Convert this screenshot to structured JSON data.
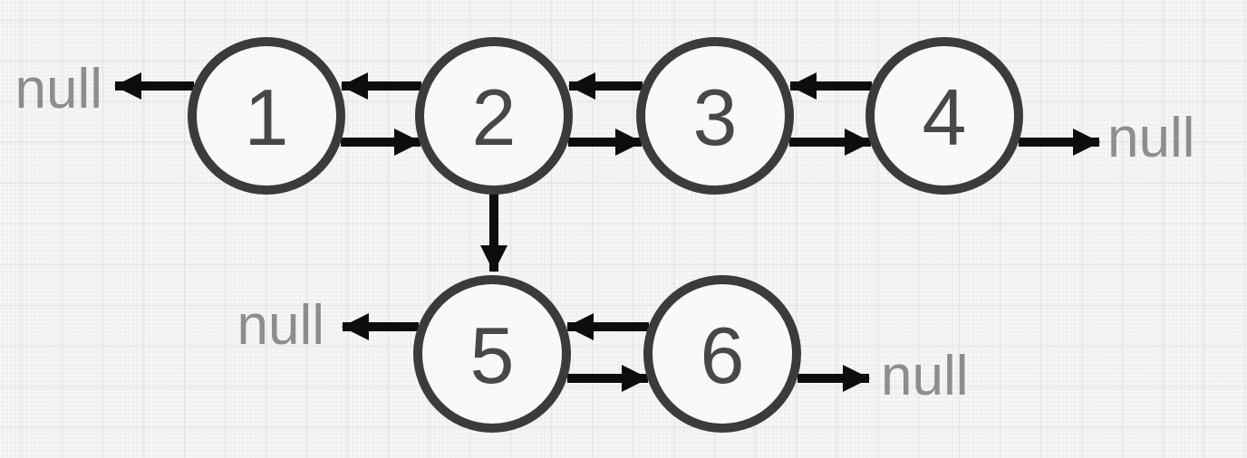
{
  "diagram": {
    "kind": "multilevel-doubly-linked-list",
    "rows": [
      {
        "nodes": [
          "1",
          "2",
          "3",
          "4"
        ],
        "left_terminal": "null",
        "right_terminal": "null"
      },
      {
        "nodes": [
          "5",
          "6"
        ],
        "left_terminal": "null",
        "right_terminal": "null"
      }
    ],
    "child_link": {
      "from": "2",
      "to": "5"
    },
    "edges": [
      {
        "type": "prev",
        "from": "1",
        "to": "null"
      },
      {
        "type": "prev",
        "from": "2",
        "to": "1"
      },
      {
        "type": "prev",
        "from": "3",
        "to": "2"
      },
      {
        "type": "prev",
        "from": "4",
        "to": "3"
      },
      {
        "type": "next",
        "from": "1",
        "to": "2"
      },
      {
        "type": "next",
        "from": "2",
        "to": "3"
      },
      {
        "type": "next",
        "from": "3",
        "to": "4"
      },
      {
        "type": "next",
        "from": "4",
        "to": "null"
      },
      {
        "type": "child",
        "from": "2",
        "to": "5"
      },
      {
        "type": "prev",
        "from": "5",
        "to": "null"
      },
      {
        "type": "prev",
        "from": "6",
        "to": "5"
      },
      {
        "type": "next",
        "from": "5",
        "to": "6"
      },
      {
        "type": "next",
        "from": "6",
        "to": "null"
      }
    ]
  },
  "nodes": [
    {
      "id": "node-1",
      "value": "1"
    },
    {
      "id": "node-2",
      "value": "2"
    },
    {
      "id": "node-3",
      "value": "3"
    },
    {
      "id": "node-4",
      "value": "4"
    },
    {
      "id": "node-5",
      "value": "5"
    },
    {
      "id": "node-6",
      "value": "6"
    }
  ],
  "terminals": [
    {
      "id": "row1-head-prev-null",
      "label": "null"
    },
    {
      "id": "row1-tail-next-null",
      "label": "null"
    },
    {
      "id": "row2-head-prev-null",
      "label": "null"
    },
    {
      "id": "row2-tail-next-null",
      "label": "null"
    }
  ],
  "colors": {
    "background": "#f0efef",
    "grid_major": "#e3e2e2",
    "grid_minor": "#ffffff",
    "node_stroke": "#3b3b3b",
    "node_fill": "#fafafa",
    "node_text": "#484848",
    "arrow": "#0d0d0d",
    "null_text": "#8d8d8d"
  }
}
